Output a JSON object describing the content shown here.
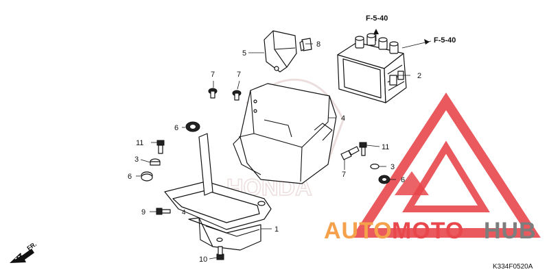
{
  "diagram": {
    "callouts": [
      "1",
      "2",
      "3",
      "3",
      "4",
      "5",
      "6",
      "6",
      "6",
      "7",
      "7",
      "7",
      "8",
      "9",
      "10",
      "11",
      "11"
    ],
    "references": [
      "F-5-40",
      "F-5-40"
    ],
    "direction_label": "FR.",
    "diagram_code": "K334F0520A",
    "background_logo_text": "HONDA"
  },
  "watermark": {
    "text_part1": "AUTO",
    "text_part2": "MOTO",
    "text_part3": "HUB",
    "color_red": "#e8474c",
    "color_orange": "#f5a04a",
    "color_gray": "#7d7d7d"
  }
}
